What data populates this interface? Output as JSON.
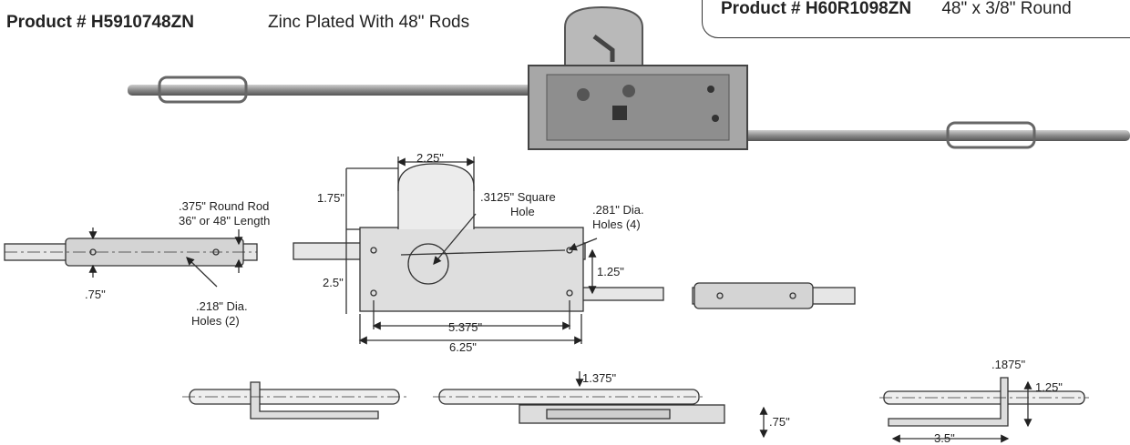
{
  "header": {
    "product_number": "Product # H5910748ZN",
    "description": "Zinc Plated With 48\" Rods"
  },
  "callout": {
    "product_number": "Product # H60R1098ZN",
    "description": "48\" x 3/8\" Round"
  },
  "dimensions": {
    "rod_spec_line1": ".375\" Round Rod",
    "rod_spec_line2": "36\" or 48\" Length",
    "rod_width": ".75\"",
    "rod_holes_line1": ".218\" Dia.",
    "rod_holes_line2": "Holes (2)",
    "top_width": "2.25\"",
    "square_hole_line1": ".3125\" Square",
    "square_hole_line2": "Hole",
    "mount_holes_line1": ".281\" Dia.",
    "mount_holes_line2": "Holes (4)",
    "upper_height": "1.75\"",
    "body_height": "2.5\"",
    "hole_spacing_v": "1.25\"",
    "hole_spacing_h": "5.375\"",
    "overall_width": "6.25\"",
    "side_top": ".1875\"",
    "side_height": "1.25\"",
    "side_width": "3.5\"",
    "center_offset": "1.375\"",
    "center_height": ".75\""
  }
}
